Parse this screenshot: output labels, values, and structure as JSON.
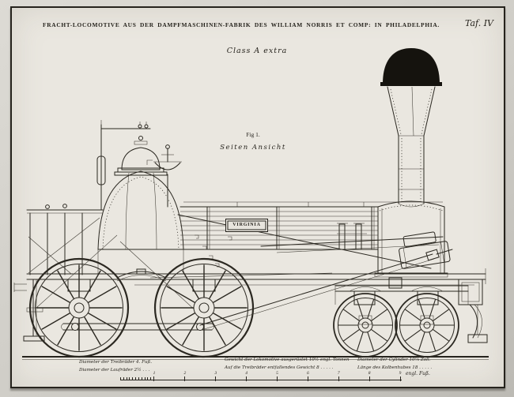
{
  "plate": {
    "title": "FRACHT-LOCOMOTIVE AUS DER DAMPFMASCHINEN-FABRIK DES WILLIAM NORRIS ET COMP: IN PHILADELPHIA.",
    "plate_number": "Taf. IV",
    "class_label": "Class A extra",
    "figure_label": "Fig 1.",
    "view_label": "Seiten Ansicht",
    "nameplate": "VIRGINIA"
  },
  "captions": {
    "left": [
      "Diameter der Treibräder 4. Fuß.",
      "Diameter der Laufräder 2½ . . ."
    ],
    "middle": [
      "Gewicht der Lokomotive ausgerüstet 10½ engl. Tonnen",
      "Auf die Treibräder entfallendes Gewicht 8 . . . . ."
    ],
    "right": [
      "Diameter der Cylinder 10⅞ Zoll.",
      "Länge des Kolbenhubes 18 . . . . ."
    ]
  },
  "scale": {
    "numbers": [
      "1",
      "2",
      "3",
      "4",
      "5",
      "6",
      "7",
      "8",
      "9"
    ],
    "unit_label": "engl. Fuß."
  },
  "colors": {
    "paper": "#eae7e0",
    "ink": "#26231d",
    "margin": "#cfcdc7"
  }
}
